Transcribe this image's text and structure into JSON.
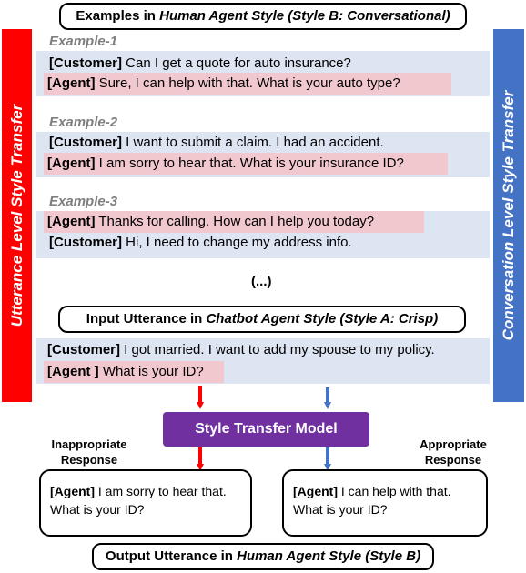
{
  "header": {
    "prefix": "Examples in ",
    "italic": "Human Agent Style (Style B: Conversational)",
    "suffix": ""
  },
  "left_label": "Utterance Level Style Transfer",
  "right_label": "Conversation Level Style Transfer",
  "examples": [
    {
      "label": "Example-1",
      "lines": [
        {
          "speaker": "[Customer]",
          "text": " Can I get a quote for auto insurance?"
        },
        {
          "speaker": "[Agent]",
          "text": " Sure, I can help with that. What is your auto type?"
        }
      ]
    },
    {
      "label": "Example-2",
      "lines": [
        {
          "speaker": "[Customer]",
          "text": " I want to submit a claim. I had an accident."
        },
        {
          "speaker": "[Agent]",
          "text": " I am sorry to hear that. What is your insurance ID?"
        }
      ]
    },
    {
      "label": "Example-3",
      "lines": [
        {
          "speaker": "[Agent]",
          "text": " Thanks for calling. How can I help you today?"
        },
        {
          "speaker": "[Customer]",
          "text": " Hi, I need to change my address info."
        }
      ]
    }
  ],
  "ellipsis": "(...)",
  "input_title": {
    "prefix": "Input Utterance in ",
    "italic": "Chatbot Agent Style (Style A: Crisp)",
    "suffix": ""
  },
  "input_lines": [
    {
      "speaker": "[Customer]",
      "text": " I got married. I want to add my spouse to my policy."
    },
    {
      "speaker": "[Agent ]",
      "text": " What is your ID?"
    }
  ],
  "model_label": "Style Transfer Model",
  "inappropriate_label": [
    "Inappropriate",
    "Response"
  ],
  "appropriate_label": [
    "Appropriate",
    "Response"
  ],
  "inappropriate_response": {
    "speaker": "[Agent]",
    "line1": " I am sorry to hear that.",
    "line2": "What is your ID?"
  },
  "appropriate_response": {
    "speaker": "[Agent]",
    "line1": " I can help with that.",
    "line2": "What is your ID?"
  },
  "output_title": {
    "prefix": "Output Utterance in ",
    "italic": "Human Agent Style (Style B)",
    "suffix": ""
  },
  "colors": {
    "red": "#ff0000",
    "blue": "#4472c4",
    "purple": "#7030a0",
    "agent_bg": "#f2c8cf",
    "band_bg": "#dde4f2"
  }
}
